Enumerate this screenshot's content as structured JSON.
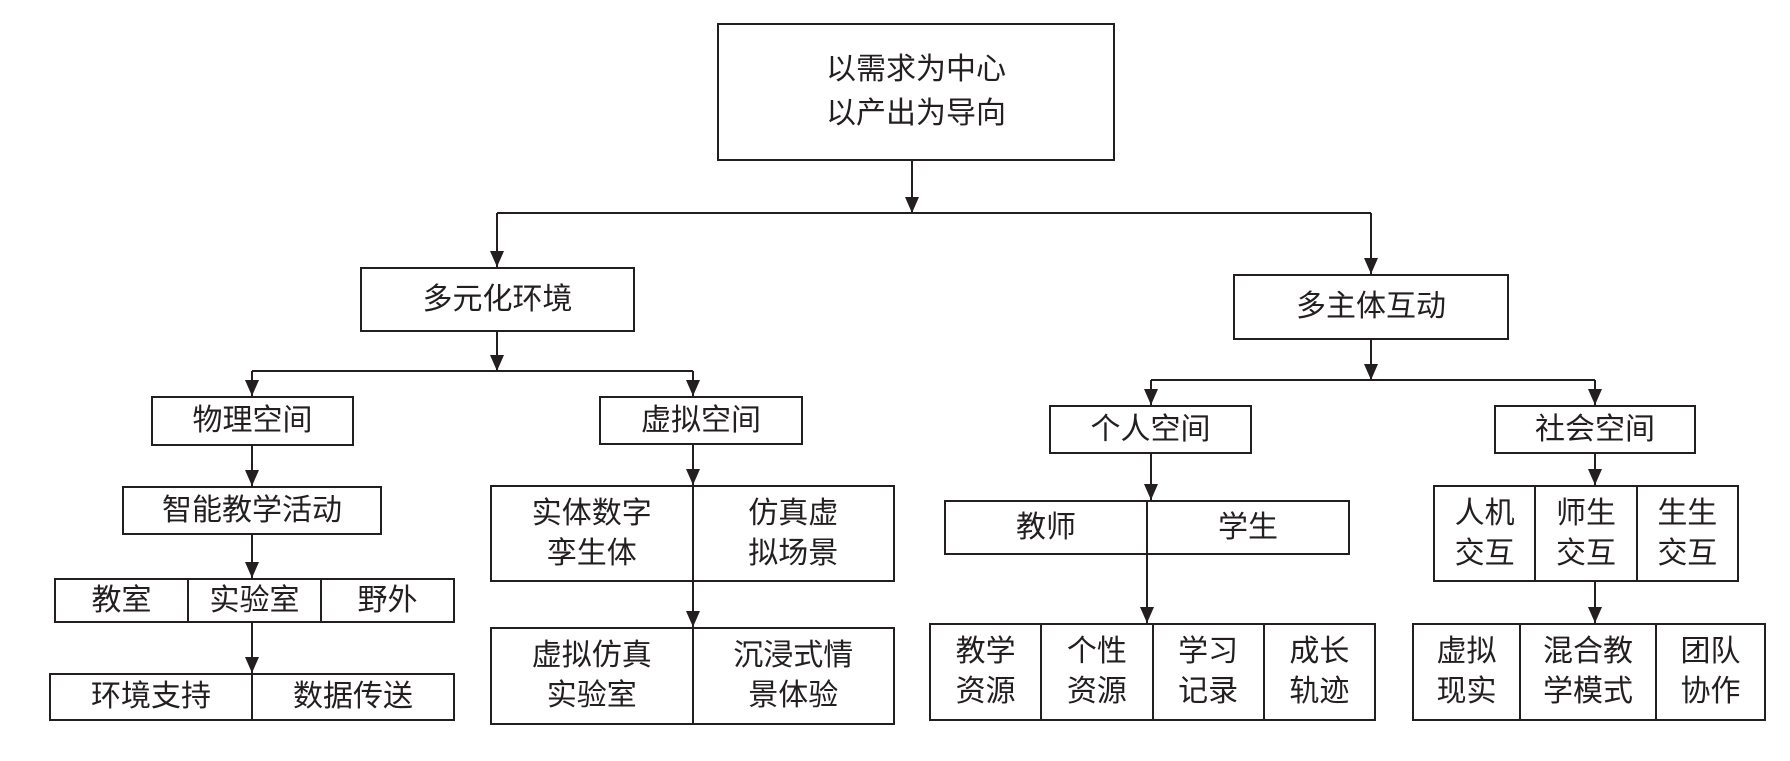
{
  "root": {
    "lines": [
      "以需求为中心",
      "以产出为导向"
    ]
  },
  "left": {
    "title": "多元化环境",
    "physical": {
      "title": "物理空间",
      "activity": "智能教学活动",
      "places": [
        "教室",
        "实验室",
        "野外"
      ],
      "support": [
        "环境支持",
        "数据传送"
      ]
    },
    "virtual": {
      "title": "虚拟空间",
      "row1": [
        [
          "实体数字",
          "孪生体"
        ],
        [
          "仿真虚",
          "拟场景"
        ]
      ],
      "row2": [
        [
          "虚拟仿真",
          "实验室"
        ],
        [
          "沉浸式情",
          "景体验"
        ]
      ]
    }
  },
  "right": {
    "title": "多主体互动",
    "personal": {
      "title": "个人空间",
      "roles": [
        "教师",
        "学生"
      ],
      "resources": [
        [
          "教学",
          "资源"
        ],
        [
          "个性",
          "资源"
        ],
        [
          "学习",
          "记录"
        ],
        [
          "成长",
          "轨迹"
        ]
      ]
    },
    "social": {
      "title": "社会空间",
      "interactions": [
        [
          "人机",
          "交互"
        ],
        [
          "师生",
          "交互"
        ],
        [
          "生生",
          "交互"
        ]
      ],
      "modes": [
        [
          "虚拟",
          "现实"
        ],
        [
          "混合教",
          "学模式"
        ],
        [
          "团队",
          "协作"
        ]
      ]
    }
  }
}
